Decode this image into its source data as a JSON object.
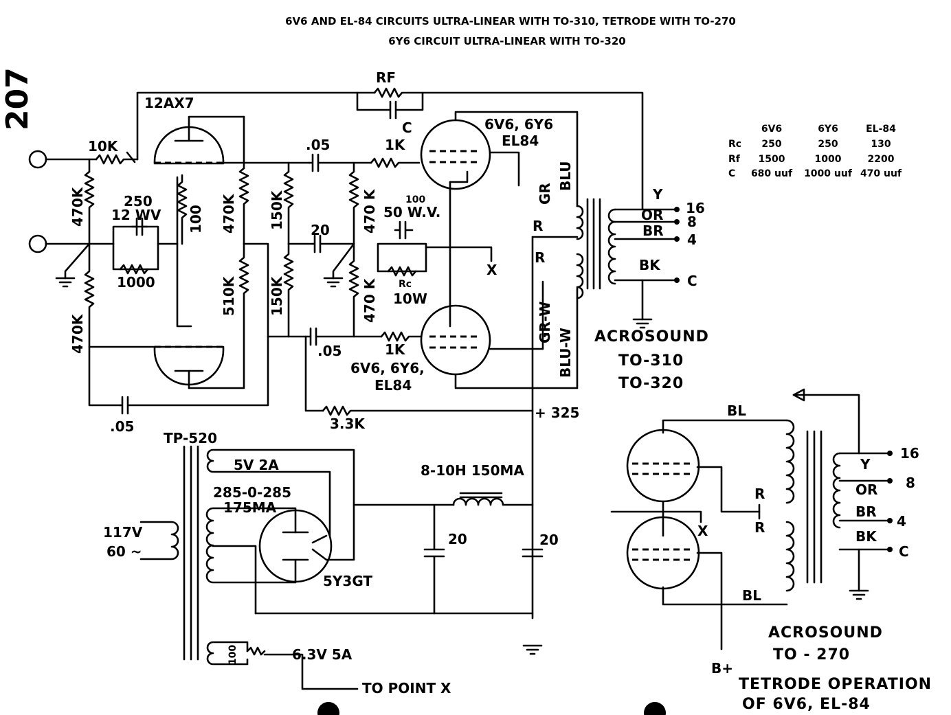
{
  "header": {
    "line1": "6V6 AND EL-84 CIRCUITS ULTRA-LINEAR WITH TO-310, TETRODE WITH TO-270",
    "line2": "6Y6 CIRCUIT ULTRA-LINEAR WITH TO-320"
  },
  "page_number": "207",
  "table": {
    "columns": [
      "6V6",
      "6Y6",
      "EL-84"
    ],
    "rows": [
      {
        "label": "Rc",
        "values": [
          "250",
          "250",
          "130"
        ]
      },
      {
        "label": "Rf",
        "values": [
          "1500",
          "1000",
          "2200"
        ]
      },
      {
        "label": "C",
        "values": [
          "680 uuf",
          "1000 uuf",
          "470 uuf"
        ]
      }
    ]
  },
  "labels": {
    "rf": "RF",
    "c": "C",
    "tube_12ax7": "12AX7",
    "r_10k": "10K",
    "r_470k_a": "470K",
    "r_470k_b": "470K",
    "cap_250": "250",
    "cap_12wv": "12 WV",
    "r_100": "100",
    "r_1000": "1000",
    "r_470k_c": "470K",
    "r_510k": "510K",
    "r_150k_a": "150K",
    "r_150k_b": "150K",
    "cap_05_a": ".05",
    "cap_20": "20",
    "r_470k_d": "470 K",
    "r_470k_e": "470 K",
    "cap_100": "100",
    "cap_50wv": "50 W.V.",
    "rc": "Rc",
    "rc_w": "10W",
    "r_1k_a": "1K",
    "r_1k_b": "1K",
    "cap_05_b": ".05",
    "cap_05_c": ".05",
    "r_3_3k": "3.3K",
    "tube_top": "6V6, 6Y6",
    "tube_top2": "EL84",
    "tube_bot": "6V6, 6Y6,",
    "tube_bot2": "EL84",
    "x_a": "X",
    "gr": "GR",
    "blu": "BLU",
    "r_a": "R",
    "r_b": "R",
    "grw": "GR-W",
    "bluw": "BLU-W",
    "tap_y": "Y",
    "tap_or": "OR",
    "tap_br": "BR",
    "tap_bk": "BK",
    "t16": "16",
    "t8": "8",
    "t4": "4",
    "tc": "C",
    "acro1": "ACROSOUND",
    "acro2": "TO-310",
    "acro3": "TO-320",
    "b325": "+ 325",
    "tp520": "TP-520",
    "v5": "5V 2A",
    "v285": "285-0-285",
    "ma175": "175MA",
    "v117": "117V",
    "hz60": "60 ~",
    "rect": "5Y3GT",
    "choke": "8-10H 150MA",
    "cap20a": "20",
    "cap20b": "20",
    "v63": "6.3V 5A",
    "r100b": "100",
    "topoint": "TO POINT X",
    "bl_top": "BL",
    "bl_bot": "BL",
    "r_c": "R",
    "r_d": "R",
    "x_b": "X",
    "y2": "Y",
    "or2": "OR",
    "br2": "BR",
    "bk2": "BK",
    "t16b": "16",
    "t8b": "8",
    "t4b": "4",
    "tcb": "C",
    "acro4": "ACROSOUND",
    "acro5": "TO - 270",
    "bplus": "B+",
    "tet1": "TETRODE OPERATION",
    "tet2": "OF 6V6, EL-84"
  }
}
